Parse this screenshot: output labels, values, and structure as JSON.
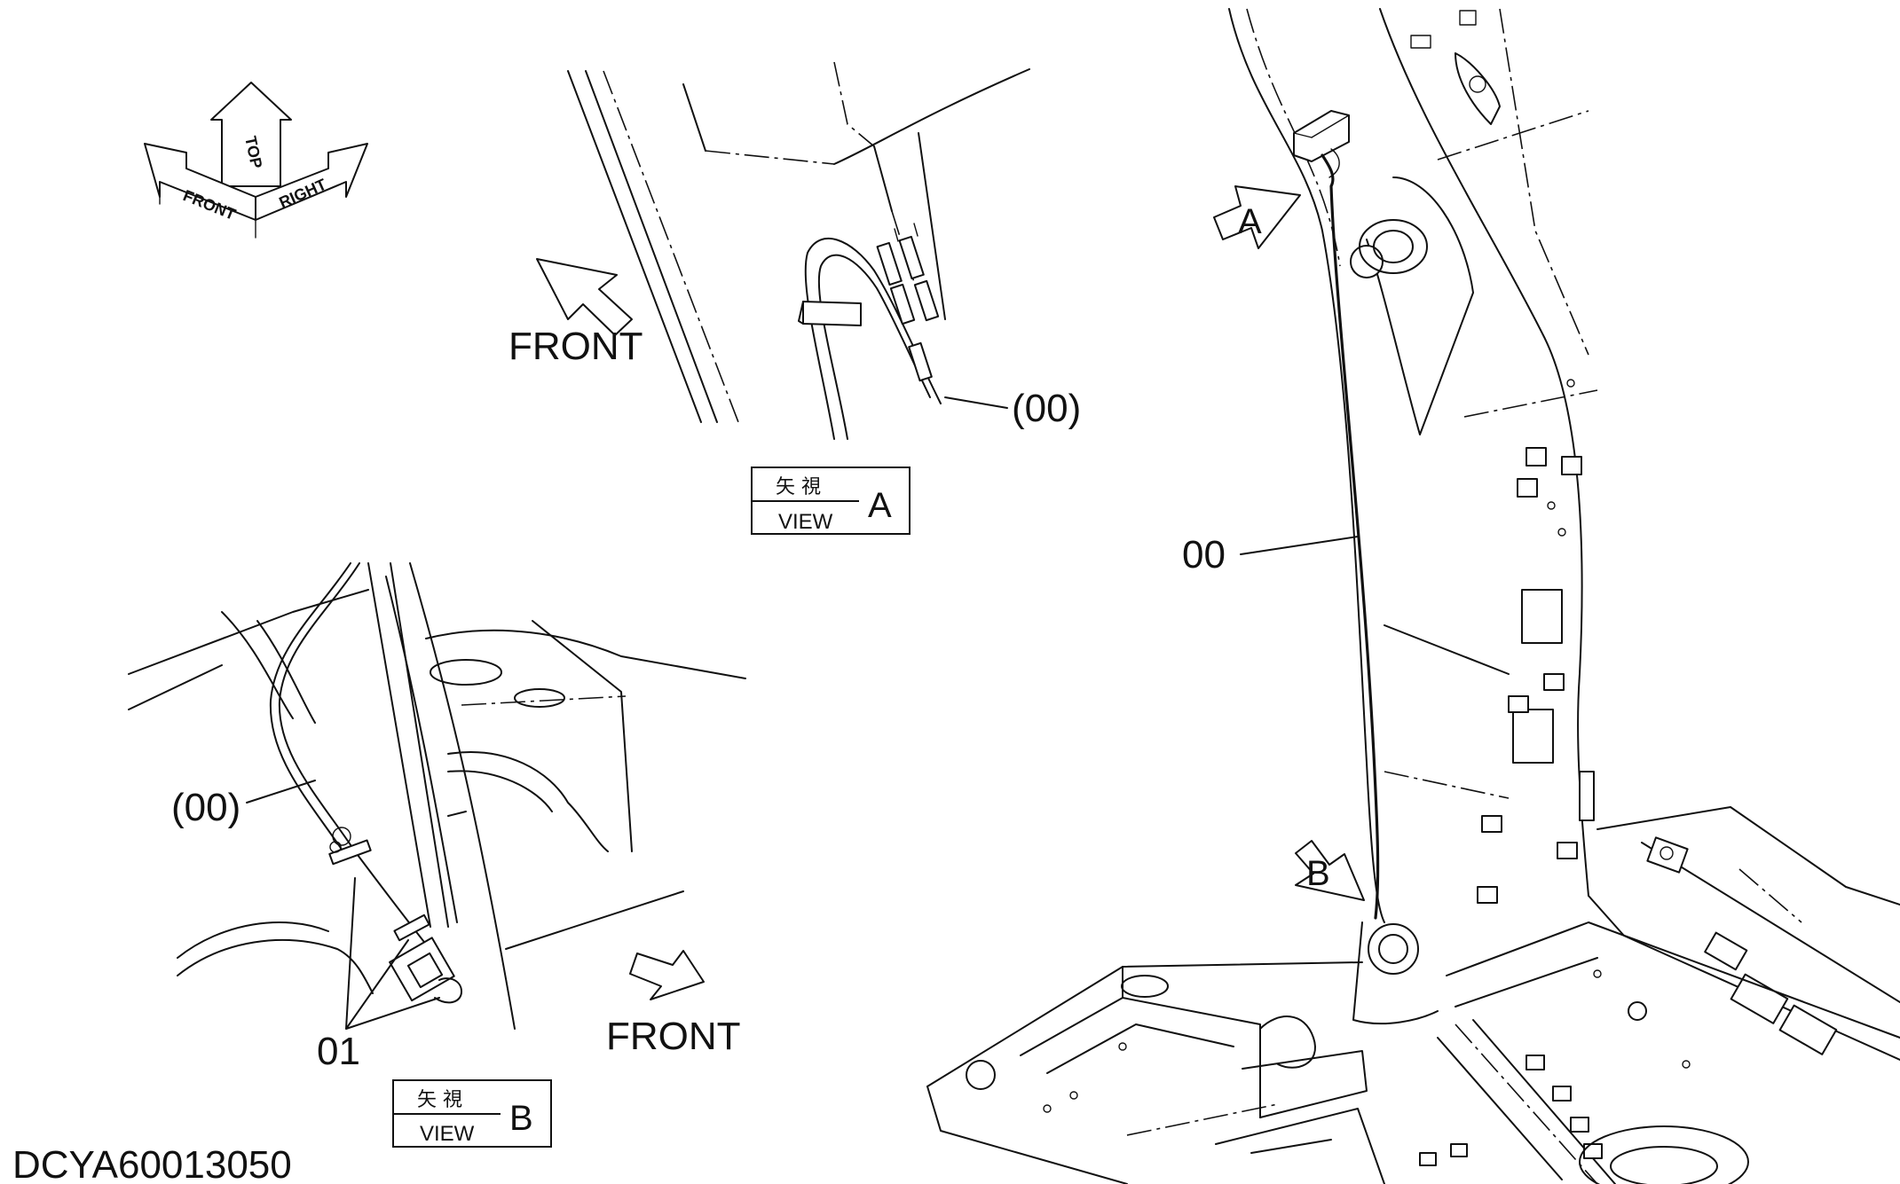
{
  "orientation_symbol": {
    "front": "FRONT",
    "top": "TOP",
    "right": "RIGHT"
  },
  "view_a": {
    "front_label": "FRONT",
    "callout": "(00)",
    "box_jp": "矢 視",
    "box_view": "VIEW",
    "box_letter": "A"
  },
  "view_b": {
    "front_label": "FRONT",
    "callout_wire": "(00)",
    "callout_clamp": "01",
    "box_jp": "矢 視",
    "box_view": "VIEW",
    "box_letter": "B"
  },
  "main_view": {
    "arrow_a": "A",
    "arrow_b": "B",
    "callout": "00"
  },
  "drawing_number": "DCYA60013050"
}
